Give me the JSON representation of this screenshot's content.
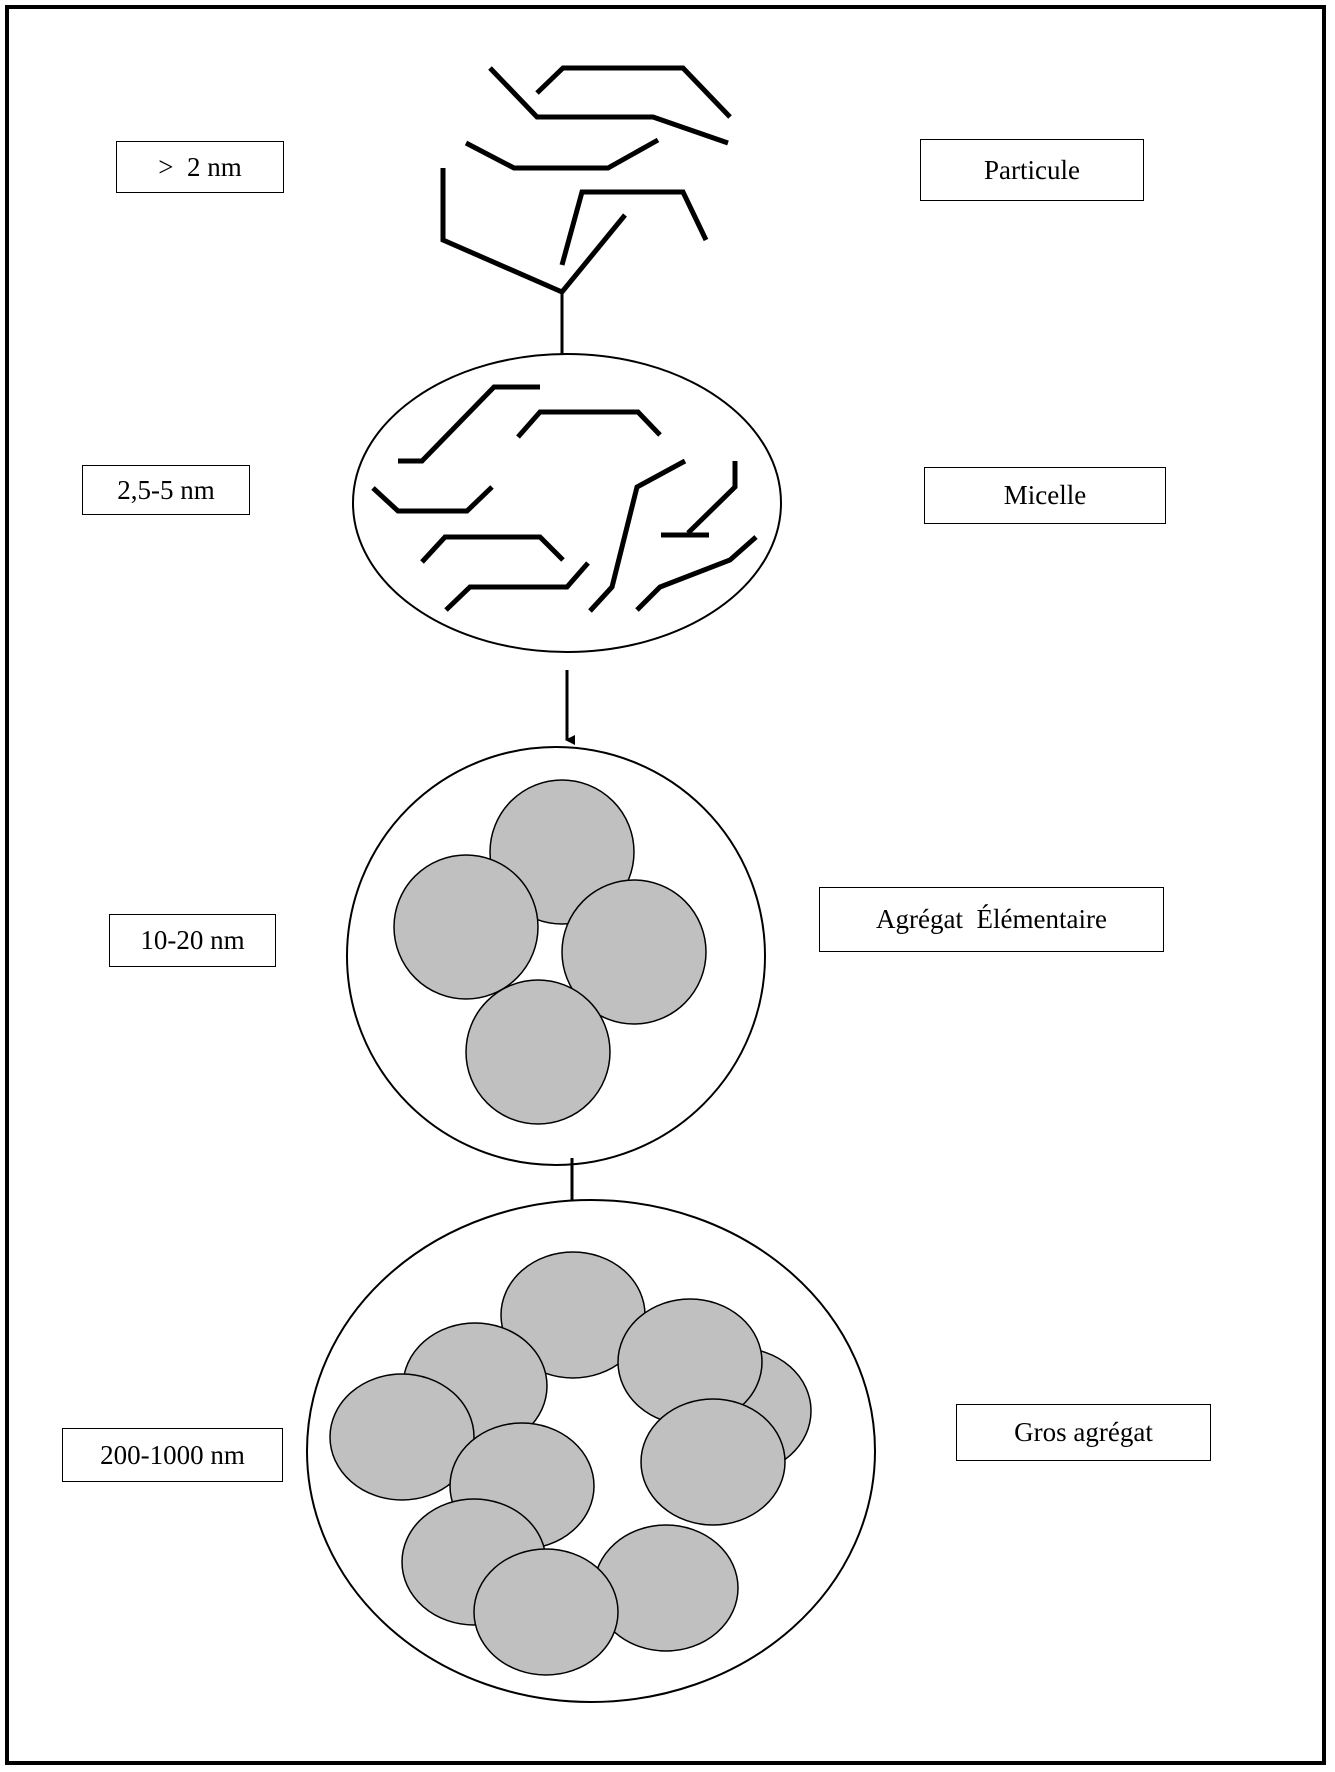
{
  "stages": [
    {
      "size_label": ">  2 nm",
      "name": "Particule"
    },
    {
      "size_label": "2,5-5 nm",
      "name": "Micelle"
    },
    {
      "size_label": "10-20 nm",
      "name": "Agrégat  Élémentaire"
    },
    {
      "size_label": "200-1000 nm",
      "name": "Gros agrégat"
    }
  ],
  "colors": {
    "line": "#000000",
    "particle_fill": "#c0c0c0",
    "background": "#ffffff"
  }
}
